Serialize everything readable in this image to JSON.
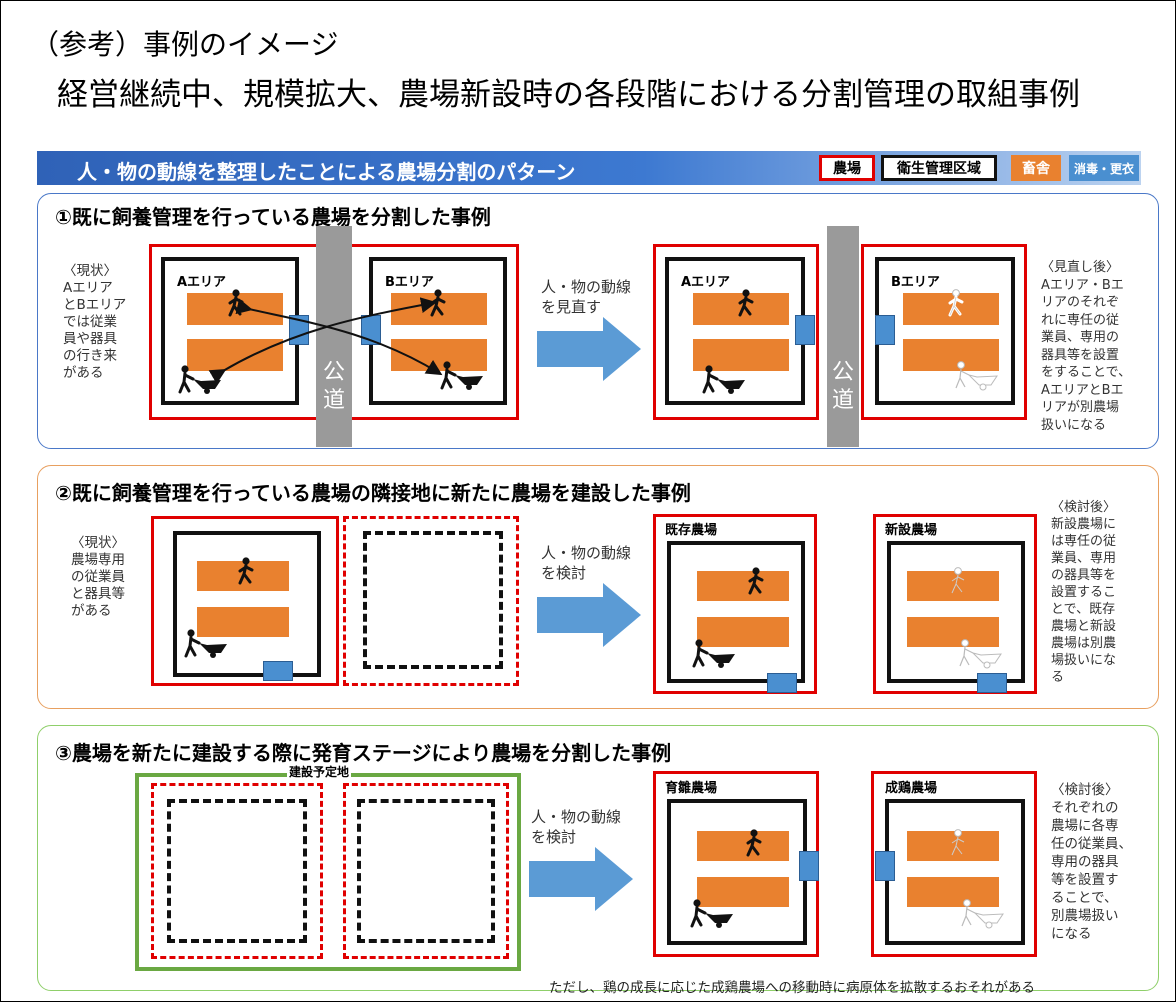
{
  "heading": {
    "line1": "（参考）事例のイメージ",
    "line2": "経営継続中、規模拡大、農場新設時の各段階における分割管理の取組事例"
  },
  "banner": {
    "title": "人・物の動線を整理したことによる農場分割のパターン",
    "legend": {
      "farm": "農場",
      "hygiene_zone": "衛生管理区域",
      "barn": "畜舎",
      "disinfect": "消毒・更衣"
    }
  },
  "colors": {
    "banner_blue": "#2f62b7",
    "farm_red": "#e00000",
    "barn_orange": "#e9812f",
    "disinfect_blue": "#4a8fd0",
    "panel1_border": "#4a78c8",
    "panel2_border": "#e8a060",
    "panel3_border": "#8fcf6a",
    "site_green": "#6aa842"
  },
  "icons": {
    "worker": "walking-person-icon",
    "worker_cart": "person-with-wheelbarrow-icon"
  },
  "case1": {
    "title": "①既に飼養管理を行っている農場を分割した事例",
    "current_note": "〈現状〉\nAエリア\nとBエリア\nでは従業\n員や器具\nの行き来\nがある",
    "area_a": "Aエリア",
    "area_b": "Bエリア",
    "road": "公\n道",
    "arrow_text": "人・物の動線\nを見直す",
    "after_note": "〈見直し後〉\nAエリア・Bエ\nリアのそれぞ\nれに専任の従\n業員、専用の\n器具等を設置\nをすることで、\nAエリアとBエ\nリアが別農場\n扱いになる"
  },
  "case2": {
    "title": "②既に飼養管理を行っている農場の隣接地に新たに農場を建設した事例",
    "current_note": "〈現状〉\n農場専用\nの従業員\nと器具等\nがある",
    "arrow_text": "人・物の動線\nを検討",
    "existing": "既存農場",
    "new": "新設農場",
    "after_note": "〈検討後〉\n新設農場に\nは専任の従\n業員、専用\nの器具等を\n設置するこ\nとで、既存\n農場と新設\n農場は別農\n場扱いにな\nる"
  },
  "case3": {
    "title": "③農場を新たに建設する際に発育ステージにより農場を分割した事例",
    "planned_site": "建設予定地",
    "arrow_text": "人・物の動線\nを検討",
    "brooding": "育雛農場",
    "layer": "成鶏農場",
    "after_note": "〈検討後〉\nそれぞれの\n農場に各専\n任の従業員、\n専用の器具\n等を設置す\nることで、\n別農場扱い\nになる",
    "footnote": "ただし、鶏の成長に応じた成鶏農場への移動時に病原体を拡散するおそれがある"
  }
}
